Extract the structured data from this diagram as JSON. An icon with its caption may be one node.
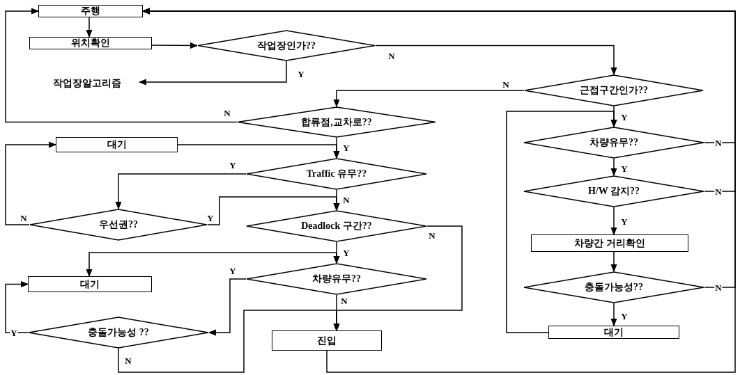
{
  "diagram": {
    "nodes": [
      {
        "text": [
          "주행"
        ]
      },
      {
        "text": [
          "위치확인"
        ]
      },
      {
        "text": [
          "작업장인가??"
        ]
      },
      {
        "text": [
          "작업장알고리즘"
        ]
      },
      {
        "text": [
          "근접구간인가??"
        ]
      },
      {
        "text": [
          "합류점,교차로??"
        ]
      },
      {
        "text": [
          "대기"
        ]
      },
      {
        "text": [
          "Traffic 유무??"
        ]
      },
      {
        "text": [
          "우선권??"
        ]
      },
      {
        "text": [
          "Deadlock 구간??"
        ]
      },
      {
        "text": [
          "대기"
        ]
      },
      {
        "text": [
          "차량유무??"
        ]
      },
      {
        "text": [
          "충돌가능성 ??"
        ]
      },
      {
        "text": [
          "진입"
        ]
      },
      {
        "text": [
          "차량유무??"
        ]
      },
      {
        "text": [
          "H/W 감지??"
        ]
      },
      {
        "text": [
          "차량간 거리확인"
        ]
      },
      {
        "text": [
          "충돌가능성??"
        ]
      },
      {
        "text": [
          "대기"
        ]
      }
    ],
    "edges": [
      {
        "from": 0,
        "to": 1,
        "arrow": "to"
      },
      {
        "from": 1,
        "to": 2,
        "arrow": "to"
      },
      {
        "from": 2,
        "to": 3,
        "arrow": "to",
        "label": "Y"
      },
      {
        "from": 2,
        "to": 4,
        "arrow": "to",
        "label": "N"
      },
      {
        "from": 4,
        "to": 5,
        "arrow": "to",
        "label": "N"
      },
      {
        "from": 5,
        "to": 0,
        "arrow": "to",
        "label": "N"
      },
      {
        "from": 5,
        "to": 7,
        "arrow": "to",
        "label": "Y"
      },
      {
        "from": 6,
        "to": 7,
        "arrow": "to"
      },
      {
        "from": 7,
        "to": 8,
        "arrow": "to",
        "label": "Y"
      },
      {
        "from": 7,
        "to": 9,
        "arrow": "to",
        "label": "N"
      },
      {
        "from": 8,
        "to": 9,
        "arrow": "to",
        "label": "Y"
      },
      {
        "from": 8,
        "to": 6,
        "arrow": "to",
        "label": "N"
      },
      {
        "from": 9,
        "to": 11,
        "arrow": "to",
        "label": "Y"
      },
      {
        "from": 9,
        "to": 13,
        "arrow": "to",
        "label": "N"
      },
      {
        "from": 11,
        "to": 13,
        "arrow": "to",
        "label": "N"
      },
      {
        "from": 10,
        "to": 11,
        "arrow": "both"
      },
      {
        "from": 11,
        "to": 12,
        "arrow": "to",
        "label": "Y"
      },
      {
        "from": 12,
        "to": 10,
        "arrow": "to",
        "label": "Y"
      },
      {
        "from": 12,
        "to": 13,
        "arrow": "to",
        "label": "N"
      },
      {
        "from": 13,
        "to": 0,
        "arrow": "to"
      },
      {
        "from": 4,
        "to": 14,
        "arrow": "to",
        "label": "Y"
      },
      {
        "from": 14,
        "to": 15,
        "arrow": "to",
        "label": "Y"
      },
      {
        "from": 15,
        "to": 16,
        "arrow": "to",
        "label": "Y"
      },
      {
        "from": 16,
        "to": 17,
        "arrow": "to"
      },
      {
        "from": 17,
        "to": 18,
        "arrow": "to",
        "label": "Y"
      },
      {
        "from": 18,
        "to": 14,
        "arrow": "to"
      },
      {
        "from": 14,
        "to": 0,
        "arrow": "to",
        "label": "N"
      },
      {
        "from": 15,
        "to": 0,
        "arrow": "to",
        "label": "N"
      },
      {
        "from": 17,
        "to": 0,
        "arrow": "to",
        "label": "N"
      }
    ]
  }
}
